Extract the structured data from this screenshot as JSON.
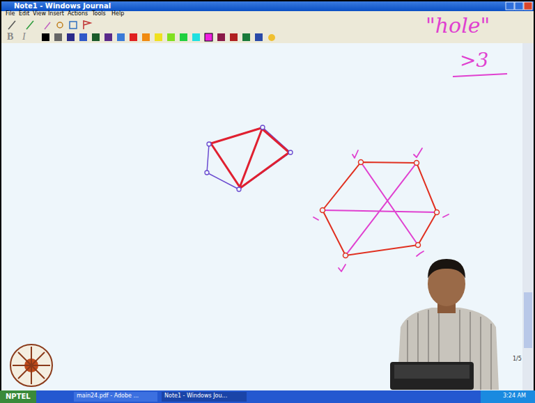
{
  "diagram": {
    "labels": [
      "Note1 - Windows Journal",
      "File",
      "Edit",
      "View",
      "Insert",
      "Actions",
      "Tools",
      "Help",
      "B",
      "I",
      "\"hole\"",
      ">3",
      "1/5",
      "NPTEL",
      "main24.pdf - Adobe ...",
      "Note1 - Windows Jou...",
      "3:24 AM"
    ]
  }
}
